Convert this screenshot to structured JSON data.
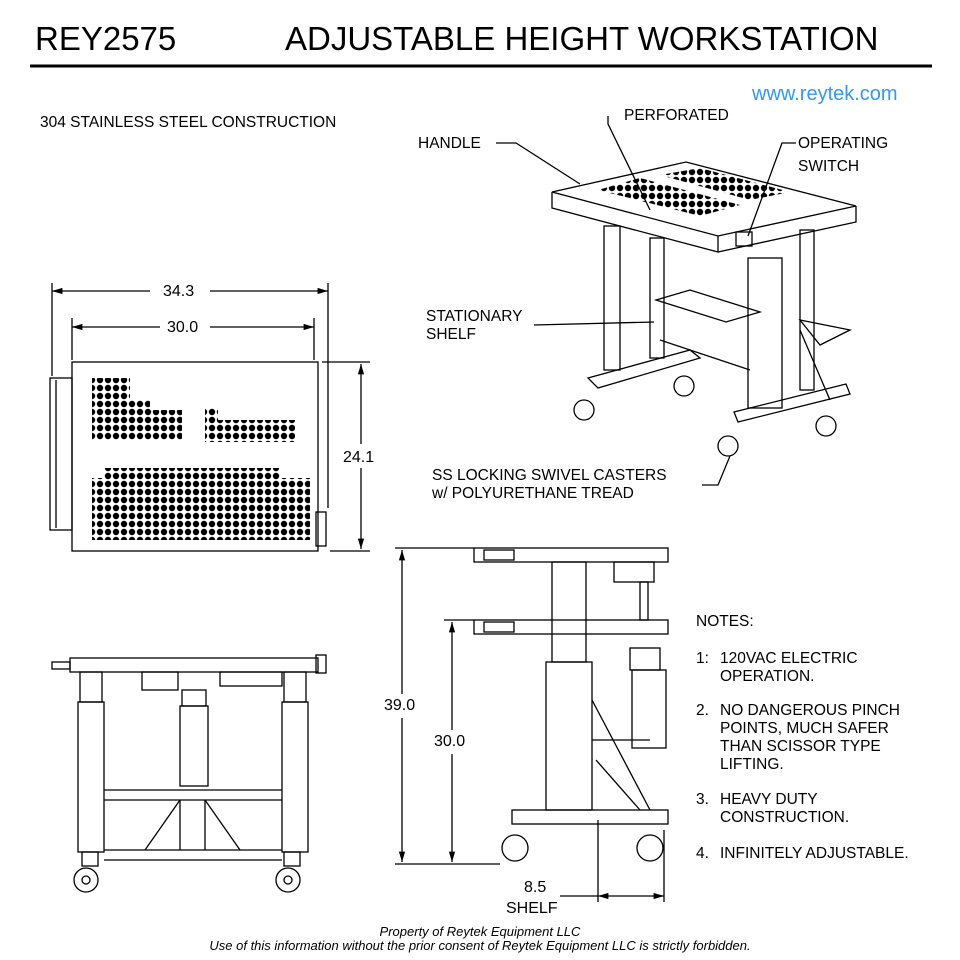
{
  "header": {
    "model": "REY2575",
    "title": "ADJUSTABLE HEIGHT WORKSTATION",
    "url": "www.reytek.com"
  },
  "subtitle": "304 STAINLESS STEEL CONSTRUCTION",
  "callouts": {
    "handle": "HANDLE",
    "perforated": "PERFORATED",
    "operating_switch_1": "OPERATING",
    "operating_switch_2": "SWITCH",
    "stationary_shelf_1": "STATIONARY",
    "stationary_shelf_2": "SHELF",
    "casters_1": "SS LOCKING SWIVEL CASTERS",
    "casters_2": "w/ POLYURETHANE TREAD"
  },
  "dimensions": {
    "overall_width": "34.3",
    "top_width": "30.0",
    "depth": "24.1",
    "max_height": "39.0",
    "min_height": "30.0",
    "shelf": "8.5",
    "shelf_label": "SHELF"
  },
  "notes": {
    "heading": "NOTES:",
    "items": [
      {
        "num": "1:",
        "lines": [
          "120VAC ELECTRIC",
          "OPERATION."
        ]
      },
      {
        "num": "2.",
        "lines": [
          "NO DANGEROUS PINCH",
          "POINTS, MUCH SAFER",
          "THAN SCISSOR TYPE",
          "LIFTING."
        ]
      },
      {
        "num": "3.",
        "lines": [
          "HEAVY DUTY",
          "CONSTRUCTION."
        ]
      },
      {
        "num": "4.",
        "lines": [
          "INFINITELY ADJUSTABLE."
        ]
      }
    ]
  },
  "footer": {
    "line1": "Property of Reytek Equipment LLC",
    "line2": "Use of this information without the prior consent of Reytek Equipment LLC is strictly forbidden."
  },
  "colors": {
    "url": "#3399ee",
    "ink": "#000000"
  }
}
